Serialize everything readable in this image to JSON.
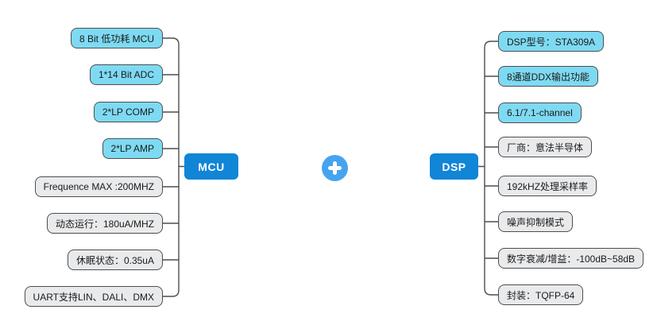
{
  "colors": {
    "background": "#ffffff",
    "topic_blue_fill": "#7edaf2",
    "topic_gray_fill": "#e9eaec",
    "topic_border": "#4e4e4e",
    "topic_text": "#1a1a1a",
    "node_fill": "#1185d6",
    "node_text": "#ffffff",
    "plus_fill": "#47a3ee",
    "connector": "#4e4e4e"
  },
  "icons": {
    "plus_icon": "+"
  },
  "mcu": {
    "label": "MCU",
    "children": [
      {
        "label": "8 Bit 低功耗 MCU",
        "style": "blue"
      },
      {
        "label": "1*14 Bit ADC",
        "style": "blue"
      },
      {
        "label": "2*LP COMP",
        "style": "blue"
      },
      {
        "label": "2*LP AMP",
        "style": "blue"
      },
      {
        "label": "Frequence MAX :200MHZ",
        "style": "gray"
      },
      {
        "label": "动态运行：180uA/MHZ",
        "style": "gray"
      },
      {
        "label": "休眠状态：0.35uA",
        "style": "gray"
      },
      {
        "label": "UART支持LIN、DALI、DMX",
        "style": "gray"
      }
    ]
  },
  "dsp": {
    "label": "DSP",
    "children": [
      {
        "label": "DSP型号：STA309A",
        "style": "blue"
      },
      {
        "label": "8通道DDX输出功能",
        "style": "blue"
      },
      {
        "label": "6.1/7.1-channel",
        "style": "blue"
      },
      {
        "label": "厂商：意法半导体",
        "style": "gray"
      },
      {
        "label": "192kHZ处理采样率",
        "style": "gray"
      },
      {
        "label": "噪声抑制模式",
        "style": "gray"
      },
      {
        "label": "数字衰减/增益：-100dB~58dB",
        "style": "gray"
      },
      {
        "label": "封装：TQFP-64",
        "style": "gray"
      }
    ]
  }
}
